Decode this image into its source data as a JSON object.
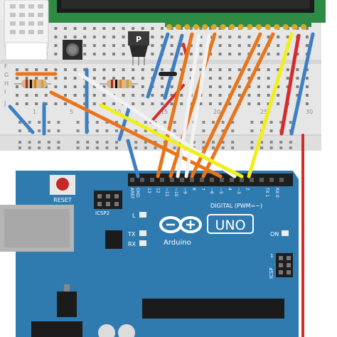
{
  "breadboard": {
    "row_labels": [
      "F",
      "G",
      "H",
      "I",
      "J"
    ],
    "column_numbers": [
      "1",
      "5",
      "10",
      "15",
      "20",
      "25",
      "30"
    ]
  },
  "components": {
    "transistor_label": "P",
    "reset_label": "RESET",
    "icsp2_label": "ICSP2",
    "icsp_label": "ICSP",
    "icsp_pin_label": "1"
  },
  "arduino": {
    "brand": "Arduino",
    "model": "UNO",
    "on_label": "ON",
    "l_label": "L",
    "tx_label": "TX",
    "rx_label": "RX",
    "aref_label": "AREF",
    "gnd_label": "GND",
    "digital_label": "DIGITAL (PWM=~)",
    "tx_pin_label": "TX 1",
    "rx_pin_label": "RX 0",
    "pin_labels": [
      "13",
      "12",
      "~11",
      "~10",
      "~9",
      "8",
      "7",
      "~6",
      "~5",
      "4",
      "~3",
      "2"
    ]
  },
  "colors": {
    "board": "#2f7bb0",
    "breadboard": "#e8e8e8",
    "wire_blue": "#3d7fc4",
    "wire_orange": "#e8751c",
    "wire_white": "#f2f2f2",
    "wire_yellow": "#f2ee1b",
    "wire_red": "#d62b2b"
  }
}
